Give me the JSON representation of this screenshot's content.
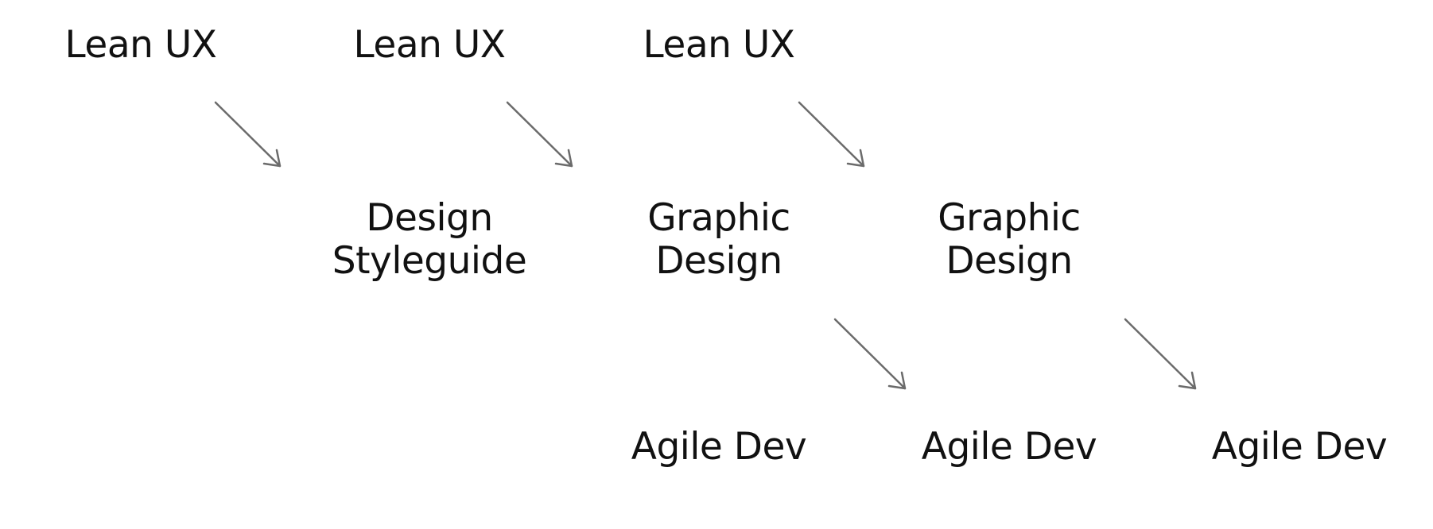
{
  "row1": {
    "c1": "Lean UX",
    "c2": "Lean UX",
    "c3": "Lean UX"
  },
  "row2": {
    "c2": {
      "line1": "Design",
      "line2": "Styleguide"
    },
    "c3": {
      "line1": "Graphic",
      "line2": "Design"
    },
    "c4": {
      "line1": "Graphic",
      "line2": "Design"
    }
  },
  "row3": {
    "c3": "Agile Dev",
    "c4": "Agile Dev",
    "c5": "Agile Dev"
  },
  "colors": {
    "text": "#111111",
    "arrow": "#6b6b6b",
    "background": "#ffffff"
  }
}
